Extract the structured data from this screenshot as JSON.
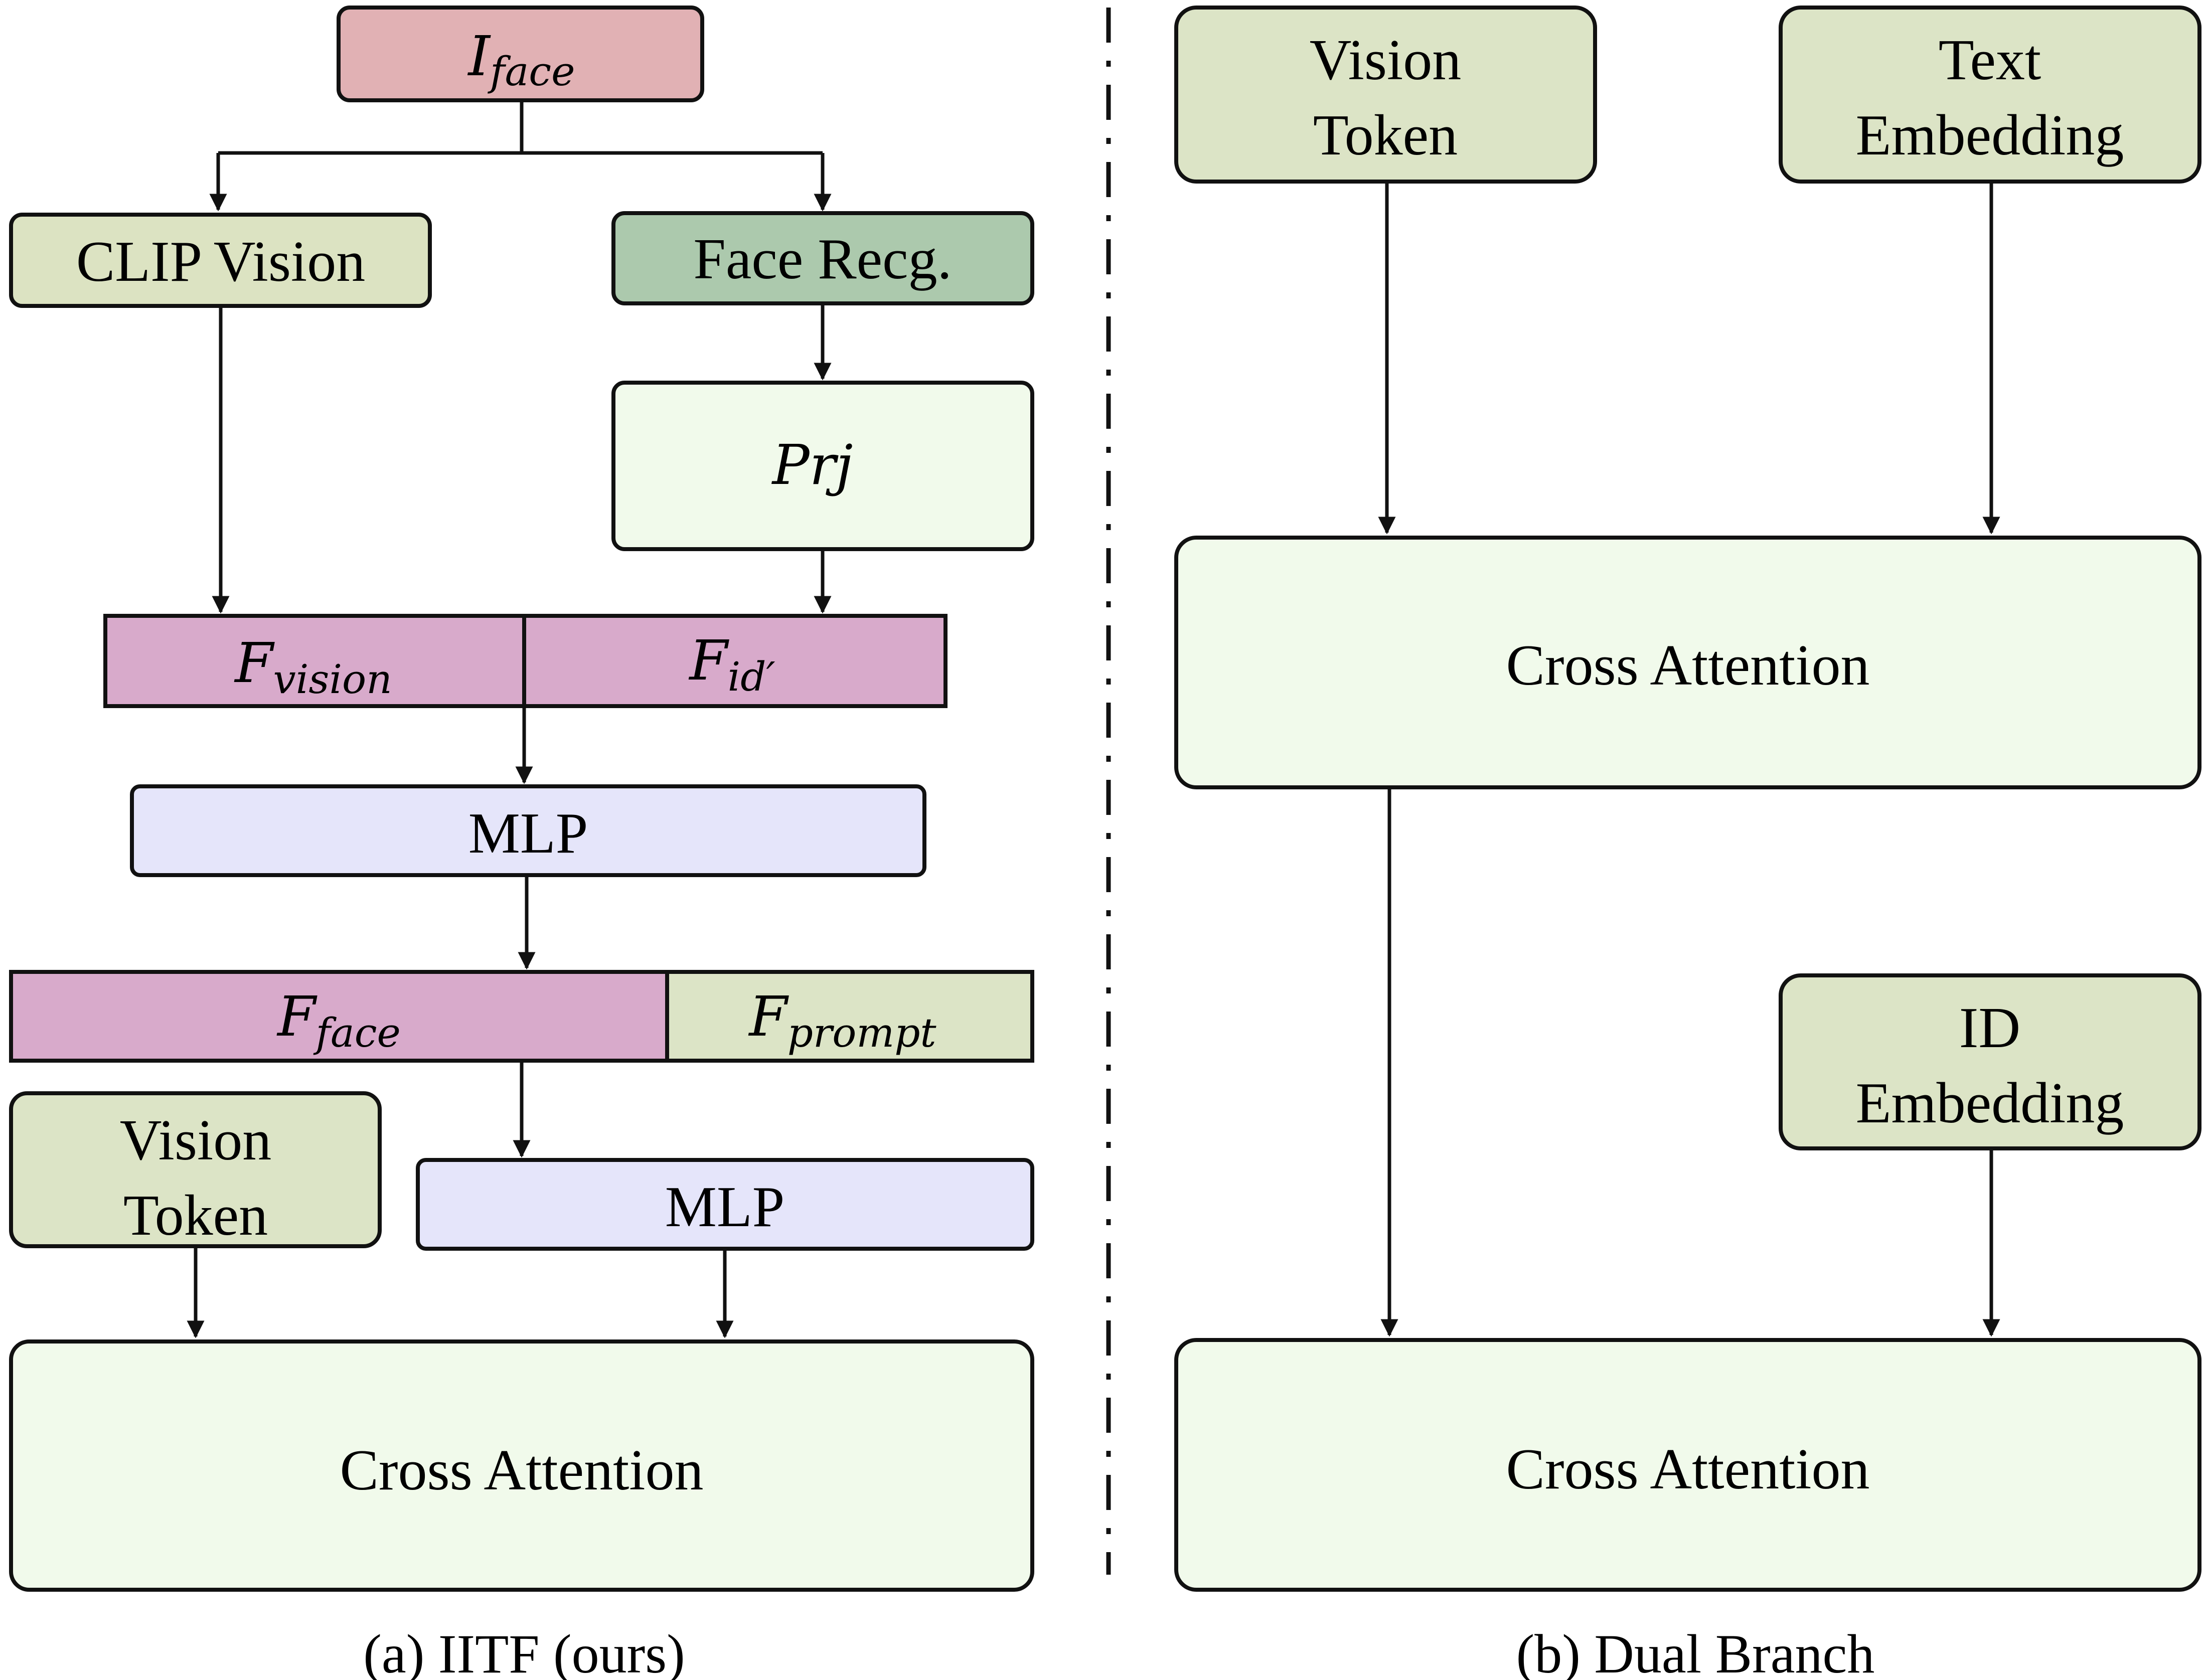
{
  "colors": {
    "pink": "#e1b1b4",
    "magenta": "#d8aacb",
    "olive_light": "#dce3c2",
    "olive_green": "#dce4c6",
    "teal_green": "#acc9ad",
    "pale_green": "#f1faeb",
    "lavender": "#e5e5fa"
  },
  "left": {
    "input": {
      "base": "I",
      "sub": "face"
    },
    "clip_vision": "CLIP Vision",
    "face_recg": "Face Recg.",
    "prj": "Prj",
    "f_vision": {
      "base": "F",
      "sub": "vision"
    },
    "f_id": {
      "base": "F",
      "sub": "id′"
    },
    "mlp1": "MLP",
    "f_face": {
      "base": "F",
      "sub": "face"
    },
    "f_prompt": {
      "base": "F",
      "sub": "prompt"
    },
    "vision_token": [
      "Vision",
      "Token"
    ],
    "mlp2": "MLP",
    "cross_attention": "Cross Attention",
    "caption": "(a) IITF (ours)"
  },
  "right": {
    "vision_token": [
      "Vision",
      "Token"
    ],
    "text_embedding": [
      "Text",
      "Embedding"
    ],
    "cross_attention_1": "Cross Attention",
    "id_embedding": [
      "ID",
      "Embedding"
    ],
    "cross_attention_2": "Cross Attention",
    "caption": "(b) Dual Branch"
  }
}
